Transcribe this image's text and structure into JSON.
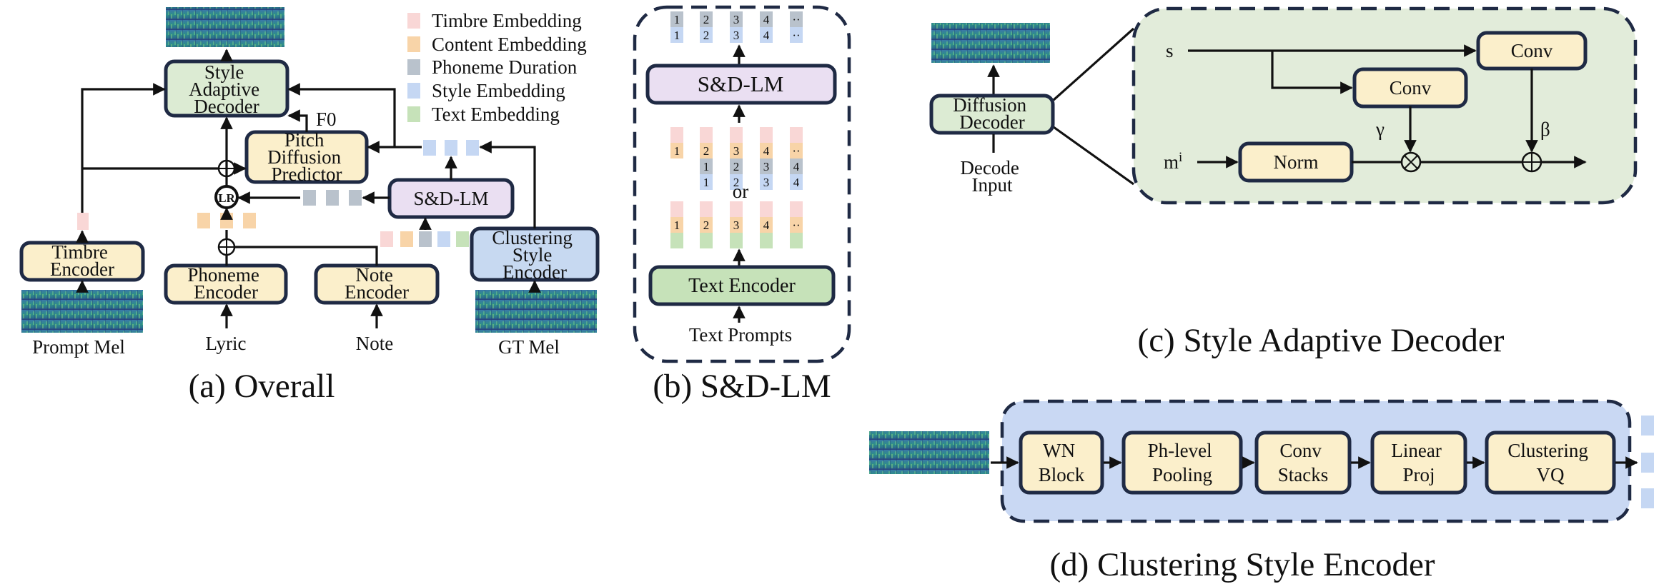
{
  "colors": {
    "timbre": "#f9d7d6",
    "content": "#f8d4a8",
    "duration": "#b9c2cc",
    "style": "#c5d7f3",
    "text": "#c6e2b9",
    "box_yellow": "#fbefcb",
    "box_purple": "#eadff2",
    "box_green": "#dcebd3",
    "box_blue": "#c7d9f1",
    "panel_green": "#e2ecda",
    "panel_blue": "#c9d8f3",
    "outline": "#1f2a44"
  },
  "legend": [
    {
      "label": "Timbre Embedding",
      "color": "timbre"
    },
    {
      "label": "Content Embedding",
      "color": "content"
    },
    {
      "label": "Phoneme Duration",
      "color": "duration"
    },
    {
      "label": "Style Embedding",
      "color": "style"
    },
    {
      "label": "Text Embedding",
      "color": "text"
    }
  ],
  "overall": {
    "style_decoder": [
      "Style",
      "Adaptive",
      "Decoder"
    ],
    "pitch_predictor": [
      "Pitch",
      "Diffusion",
      "Predictor"
    ],
    "f0": "F0",
    "sdlm": "S&D-LM",
    "lr": "LR",
    "timbre_encoder": [
      "Timbre",
      "Encoder"
    ],
    "phoneme_encoder": [
      "Phoneme",
      "Encoder"
    ],
    "note_encoder": [
      "Note",
      "Encoder"
    ],
    "clustering_encoder": [
      "Clustering",
      "Style",
      "Encoder"
    ],
    "inputs": {
      "prompt_mel": "Prompt Mel",
      "lyric": "Lyric",
      "note": "Note",
      "gt_mel": "GT Mel"
    },
    "caption": "(a) Overall"
  },
  "sdlm_panel": {
    "top_tokens": [
      "1",
      "2",
      "3",
      "4",
      "··"
    ],
    "sdlm_box": "S&D-LM",
    "mid_tokens": [
      "1",
      "2",
      "3",
      "4",
      "··"
    ],
    "or": "or",
    "text_encoder": "Text Encoder",
    "input": "Text Prompts",
    "caption": "(b) S&D-LM"
  },
  "decoder_panel": {
    "diffusion_decoder": [
      "Diffusion",
      "Decoder"
    ],
    "decode_input": [
      "Decode",
      "Input"
    ],
    "s": "s",
    "m": "m",
    "m_sup": "i",
    "conv_top": "Conv",
    "conv_mid": "Conv",
    "norm": "Norm",
    "gamma": "γ",
    "beta": "β",
    "caption": "(c) Style Adaptive Decoder"
  },
  "cluster_panel": {
    "blocks": [
      [
        "WN",
        "Block"
      ],
      [
        "Ph-level",
        "Pooling"
      ],
      [
        "Conv",
        "Stacks"
      ],
      [
        "Linear",
        "Proj"
      ],
      [
        "Clustering",
        "VQ"
      ]
    ],
    "caption": "(d) Clustering Style Encoder"
  }
}
